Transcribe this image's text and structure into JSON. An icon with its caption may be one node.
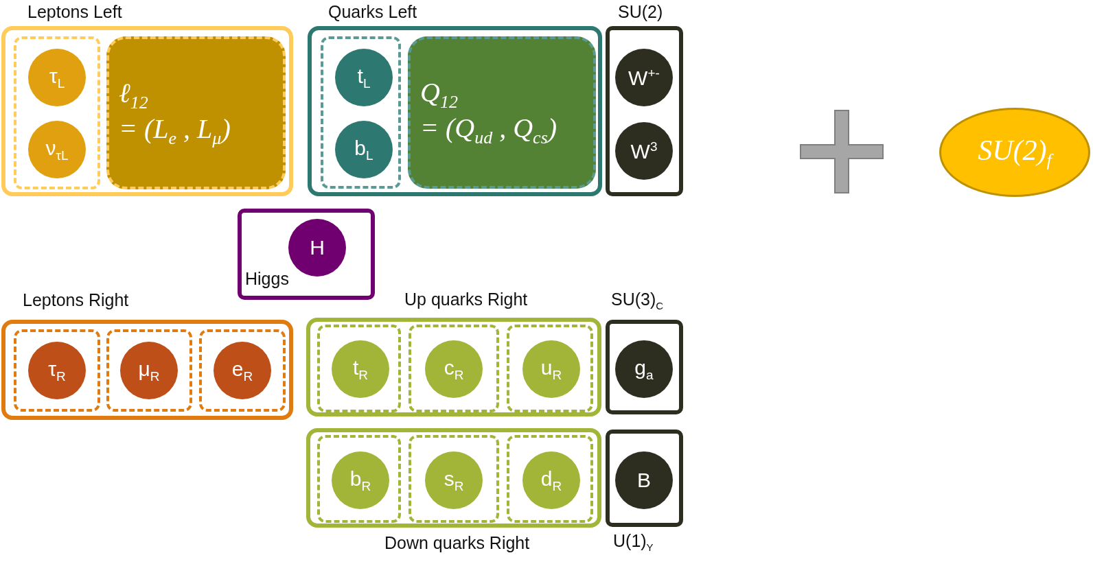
{
  "diagram": {
    "nodes": [
      {
        "text": [
          "Leptons Left"
        ]
      },
      {
        "text": [],
        "shape": "box",
        "in": 0
      },
      {
        "text": [
          "τ$_{L}$"
        ],
        "in": 1
      },
      {
        "text": [
          "ν$_{τL}$"
        ],
        "in": 1
      },
      {
        "text": [
          "ℓ$_{12}$ = (L$_{e}$ , L$_{μ}$)"
        ],
        "in": 0
      },
      {
        "text": [
          "Quarks Left"
        ]
      },
      {
        "text": [],
        "shape": "box",
        "in": 5
      },
      {
        "text": [
          "t$_{L}$"
        ],
        "in": 6
      },
      {
        "text": [
          "b$_{L}$"
        ],
        "in": 6
      },
      {
        "text": [
          "Q$_{12}$ = (Q$_{ud}$ , Q$_{cs}$)"
        ],
        "in": 5
      },
      {
        "text": [
          "SU(2)"
        ]
      },
      {
        "text": [
          "W$^{+-}$"
        ],
        "in": 10
      },
      {
        "text": [
          "W$^{3}$"
        ],
        "in": 10
      },
      {
        "text": [
          "SU(2)$_{f}$"
        ]
      },
      {
        "text": [
          "Higgs"
        ]
      },
      {
        "text": [
          "H"
        ],
        "in": 14
      },
      {
        "text": [
          "Leptons Right"
        ]
      },
      {
        "text": [],
        "shape": "box",
        "in": 16
      },
      {
        "text": [
          "τ$_{R}$"
        ],
        "in": 17
      },
      {
        "text": [],
        "shape": "box",
        "in": 16
      },
      {
        "text": [
          "μ$_{R}$"
        ],
        "in": 19
      },
      {
        "text": [],
        "shape": "box",
        "in": 16
      },
      {
        "text": [
          "e$_{R}$"
        ],
        "in": 21
      },
      {
        "text": [
          "Up quarks Right"
        ]
      },
      {
        "text": [],
        "shape": "box",
        "in": 23
      },
      {
        "text": [
          "t$_{R}$"
        ],
        "in": 24
      },
      {
        "text": [],
        "shape": "box",
        "in": 23
      },
      {
        "text": [
          "c$_{R}$"
        ],
        "in": 26
      },
      {
        "text": [],
        "shape": "box",
        "in": 23
      },
      {
        "text": [
          "u$_{R}$"
        ],
        "in": 28
      },
      {
        "text": [
          "SU(3)$_{C}$"
        ]
      },
      {
        "text": [
          "g$_{a}$"
        ],
        "in": 30
      },
      {
        "text": [
          "Down quarks Right"
        ]
      },
      {
        "text": [],
        "shape": "box",
        "in": 32
      },
      {
        "text": [
          "b$_{R}$"
        ],
        "in": 33
      },
      {
        "text": [],
        "shape": "box",
        "in": 32
      },
      {
        "text": [
          "s$_{R}$"
        ],
        "in": 35
      },
      {
        "text": [],
        "shape": "box",
        "in": 32
      },
      {
        "text": [
          "d$_{R}$"
        ],
        "in": 37
      },
      {
        "text": [
          "U(1)$_{Y}$"
        ]
      },
      {
        "text": [
          "B"
        ],
        "in": 39
      }
    ],
    "edges": []
  }
}
